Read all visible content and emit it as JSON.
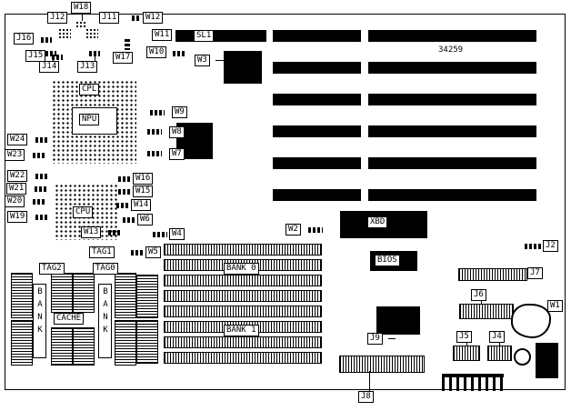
{
  "board": {
    "part_number": "34259"
  },
  "labels": {
    "w18": "W18",
    "j12": "J12",
    "j11": "J11",
    "w12": "W12",
    "w11": "W11",
    "sl1": "SL1",
    "j16": "J16",
    "w10": "W10",
    "j15": "J15",
    "j14": "J14",
    "j13": "J13",
    "w17": "W17",
    "w3": "W3",
    "cpl": "CPL",
    "npu": "NPU",
    "w9": "W9",
    "w8": "W8",
    "w7": "W7",
    "w24": "W24",
    "w23": "W23",
    "w22": "W22",
    "w21": "W21",
    "w20": "W20",
    "w19": "W19",
    "w16": "W16",
    "w15": "W15",
    "w14": "W14",
    "w6": "W6",
    "w13": "W13",
    "w4": "W4",
    "w5": "W5",
    "cpu": "CPU",
    "w2": "W2",
    "xbd": "XBD",
    "bios": "BIOS",
    "j2": "J2",
    "j7": "J7",
    "j6": "J6",
    "w1": "W1",
    "tag1": "TAG1",
    "tag2": "TAG2",
    "tag0": "TAG0",
    "bank0": "BANK 0",
    "bank1": "BANK 1",
    "cache": "CACHE",
    "bank_left": "BANK",
    "bank_right": "BANK",
    "j9": "J9",
    "j8": "J8",
    "j5": "J5",
    "j4": "J4"
  }
}
